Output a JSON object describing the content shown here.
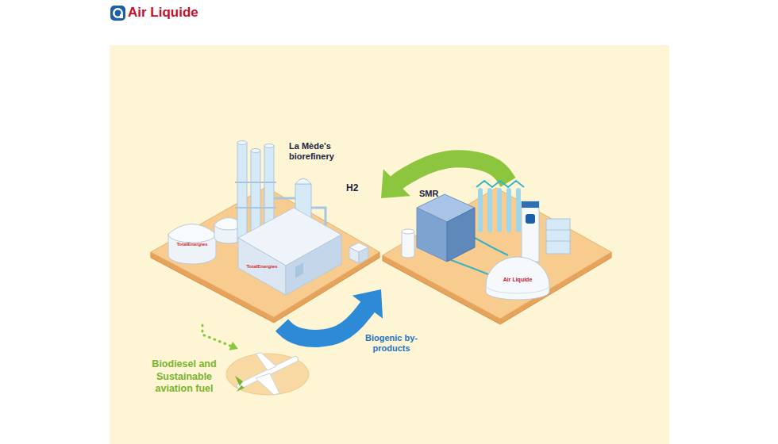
{
  "diagram": {
    "nodes": [
      {
        "text": [
          "La Mède's biorefinery"
        ]
      },
      {
        "text": [
          "SMR"
        ]
      },
      {
        "text": [
          "Biodiesel and Sustainable aviation fuel"
        ]
      }
    ],
    "edges": [
      {
        "from": 1,
        "to": 0,
        "label": "H2",
        "arrow": "to"
      },
      {
        "from": 0,
        "to": 1,
        "label": "Biogenic by-products",
        "arrow": "to"
      },
      {
        "from": 0,
        "to": 2,
        "arrow": "to"
      }
    ],
    "labels": [
      "Air Liquide",
      "TotalEnergies",
      "TotalEnergies",
      "Air Liquide"
    ]
  }
}
